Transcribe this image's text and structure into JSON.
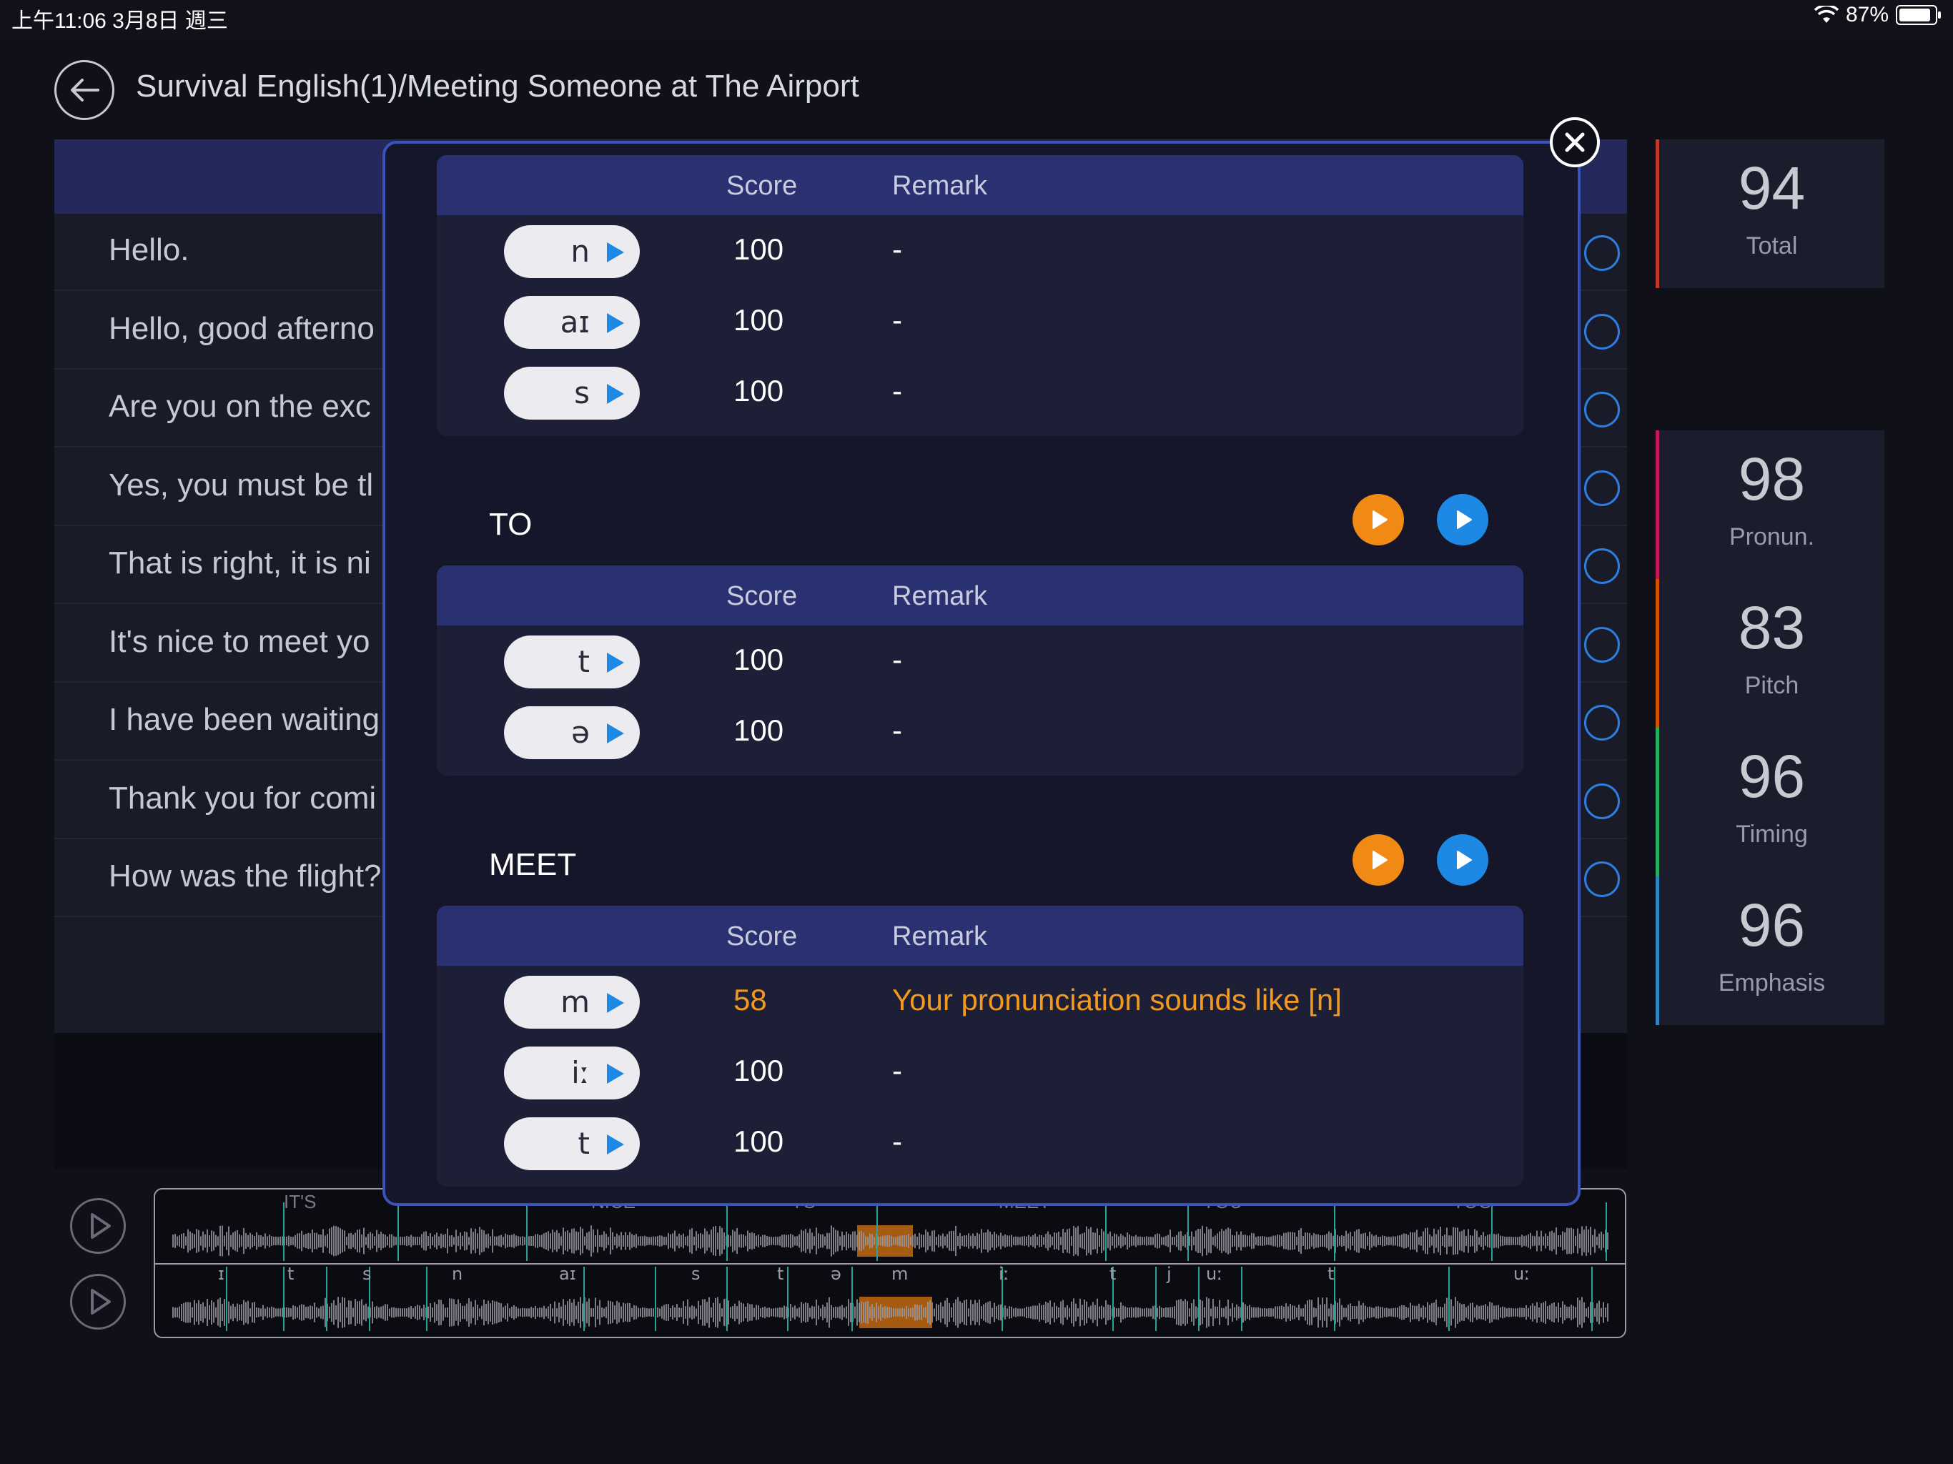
{
  "status_bar": {
    "time": "上午11:06   3月8日 週三",
    "wifi_icon": "wifi-icon",
    "battery": "87%",
    "battery_level": 0.87
  },
  "header": {
    "title": "Survival English(1)/Meeting Someone at The Airport",
    "back_icon": "arrow-left-icon"
  },
  "sentences": [
    "Hello.",
    "Hello, good afterno",
    "Are you on the exc",
    "Yes, you must be tl",
    "That is right, it is ni",
    "It's nice to meet yo",
    "I have been waiting",
    "Thank you for comi",
    "How was the flight?"
  ],
  "scores": [
    {
      "value": "94",
      "label": "Total",
      "color": "#c0392b"
    },
    {
      "value": "98",
      "label": "Pronun.",
      "color": "#c2185b"
    },
    {
      "value": "83",
      "label": "Pitch",
      "color": "#d35400"
    },
    {
      "value": "96",
      "label": "Timing",
      "color": "#27ae60"
    },
    {
      "value": "96",
      "label": "Emphasis",
      "color": "#2e86c1"
    }
  ],
  "waveform": {
    "words": [
      "IT'S",
      "NICE",
      "TO",
      "MEET",
      "YOU",
      "TOO"
    ],
    "phonemes": [
      "ɪ",
      "t",
      "s",
      "n",
      "aɪ",
      "s",
      "t",
      "ə",
      "m",
      "iː",
      "t",
      "j",
      "uː",
      "t",
      "uː"
    ]
  },
  "modal": {
    "close_icon": "close-icon",
    "columns": {
      "score": "Score",
      "remark": "Remark"
    },
    "sections": [
      {
        "word": "",
        "rows": [
          {
            "phoneme": "n",
            "score": "100",
            "remark": "-"
          },
          {
            "phoneme": "aɪ",
            "score": "100",
            "remark": "-"
          },
          {
            "phoneme": "s",
            "score": "100",
            "remark": "-"
          }
        ]
      },
      {
        "word": "TO",
        "rows": [
          {
            "phoneme": "t",
            "score": "100",
            "remark": "-"
          },
          {
            "phoneme": "ə",
            "score": "100",
            "remark": "-"
          }
        ]
      },
      {
        "word": "MEET",
        "rows": [
          {
            "phoneme": "m",
            "score": "58",
            "remark": "Your pronunciation sounds like [n]"
          },
          {
            "phoneme": "iː",
            "score": "100",
            "remark": "-"
          },
          {
            "phoneme": "t",
            "score": "100",
            "remark": "-"
          }
        ]
      }
    ]
  }
}
